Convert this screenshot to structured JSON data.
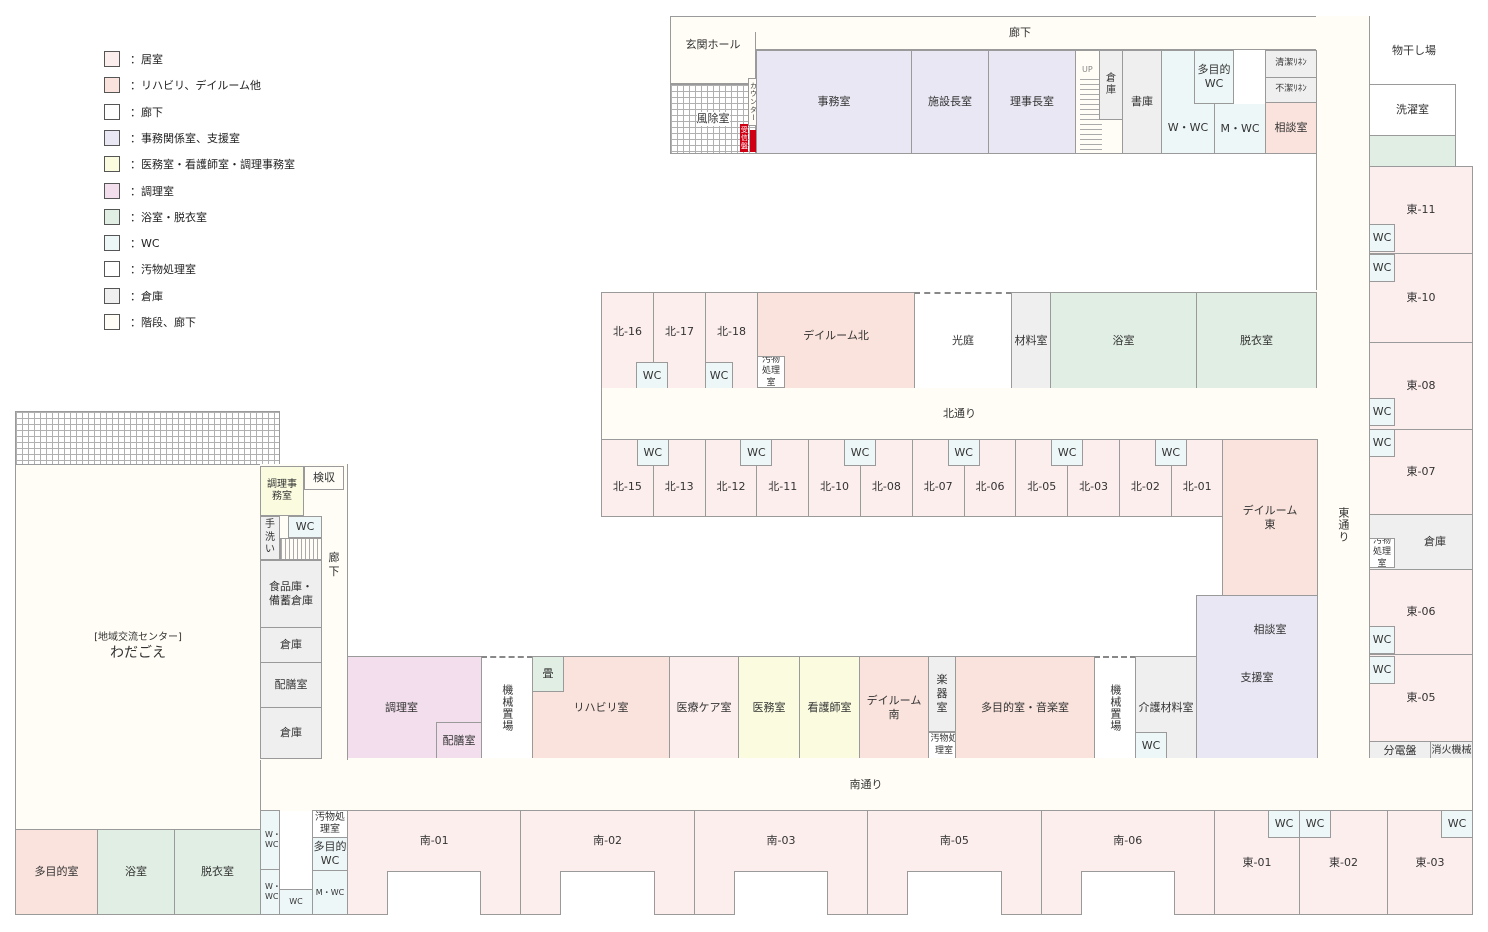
{
  "legend": [
    {
      "label": "：居室",
      "color": "#fdeeee"
    },
    {
      "label": "：リハビリ、デイルーム他",
      "color": "#fae3dc"
    },
    {
      "label": "：廊下",
      "color": "#ffffff"
    },
    {
      "label": "：事務関係室、支援室",
      "color": "#e8e7f3"
    },
    {
      "label": "：医務室・看護師室・調理事務室",
      "color": "#fafbdf"
    },
    {
      "label": "：調理室",
      "color": "#f2deec"
    },
    {
      "label": "：浴室・脱衣室",
      "color": "#e0eee4"
    },
    {
      "label": "：WC",
      "color": "#eef7f8"
    },
    {
      "label": "：汚物処理室",
      "color": "#ffffff"
    },
    {
      "label": "：倉庫",
      "color": "#efefef"
    },
    {
      "label": "：階段、廊下",
      "color": "#fffdf5"
    }
  ],
  "top_wing": {
    "corridor": "廊下",
    "entrance_hall": "玄関ホール",
    "windbreak_room": "風除室",
    "counter": "カウンター",
    "fire_panel": "受信盤",
    "office": "事務室",
    "director": "施設長室",
    "chairman": "理事長室",
    "up": "UP",
    "storage_small": "倉庫",
    "library": "書庫",
    "multi_wc": "多目的WC",
    "w_wc": "W・WC",
    "m_wc": "M・WC",
    "clean_linen": "清潔ﾘﾈﾝ",
    "dirty_linen": "不潔ﾘﾈﾝ",
    "consult": "相談室",
    "drying": "物干し場",
    "laundry": "洗濯室"
  },
  "north_wing": {
    "rooms_top": [
      "北-16",
      "北-17",
      "北-18"
    ],
    "dayroom": "デイルーム北",
    "dirty": "汚物処理室",
    "courtyard": "光庭",
    "materials": "材料室",
    "bath": "浴室",
    "changing": "脱衣室",
    "corridor": "北通り",
    "rooms_bottom": [
      "北-15",
      "北-13",
      "北-12",
      "北-11",
      "北-10",
      "北-08",
      "北-07",
      "北-06",
      "北-05",
      "北-03",
      "北-02",
      "北-01"
    ],
    "wc": "WC"
  },
  "east_wing": {
    "corridor": "東通り",
    "rooms": [
      "東-11",
      "東-10",
      "東-08",
      "東-07",
      "東-06",
      "東-05"
    ],
    "storage": "倉庫",
    "dirty": "汚物処理室",
    "panel": "分電盤",
    "fire_equipment": "消火機械",
    "dayroom": "デイルーム東",
    "consult": "相談室",
    "support": "支援室",
    "care_materials": "介護材料室",
    "rooms_south": [
      "東-01",
      "東-02",
      "東-03"
    ]
  },
  "south_wing": {
    "corridor": "南通り",
    "kitchen": "調理室",
    "serving": "配膳室",
    "machine_room": "機械置場",
    "tatami": "畳",
    "rehab": "リハビリ室",
    "medical_care": "医療ケア室",
    "infirmary": "医務室",
    "nurse": "看護師室",
    "dayroom": "デイルーム南",
    "instrument": "楽器室",
    "dirty": "汚物処理室",
    "music": "多目的室・音楽室",
    "rooms": [
      "南-01",
      "南-02",
      "南-03",
      "南-05",
      "南-06"
    ]
  },
  "west_wing": {
    "community_sub": "[地域交流センター]",
    "community_name": "わだごえ",
    "kitchen_office": "調理事務室",
    "inspection": "検収",
    "hand_wash": "手洗い",
    "wc": "WC",
    "corridor": "廊下",
    "food_storage": "食品庫・備蓄倉庫",
    "storage": "倉庫",
    "serving": "配膳室",
    "multipurpose": "多目的室",
    "bath": "浴室",
    "changing": "脱衣室",
    "w_wc": "W・WC",
    "dirty": "汚物処理室",
    "multi_wc": "多目的WC",
    "m_wc": "M・WC"
  }
}
